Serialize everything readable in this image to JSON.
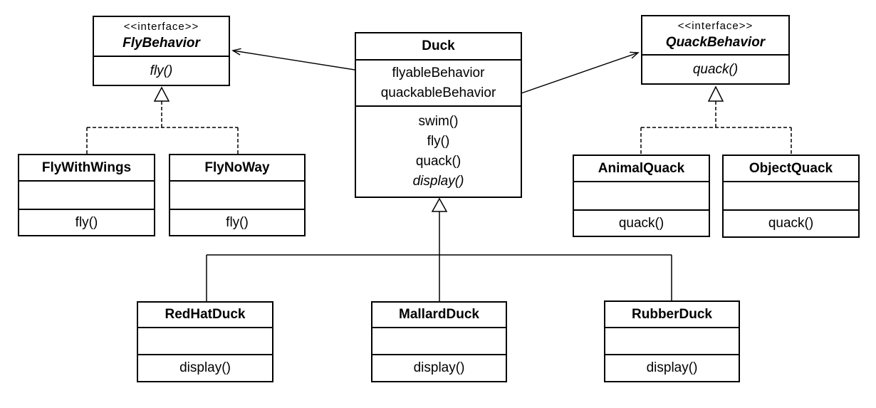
{
  "colors": {
    "ink": "#000000",
    "paper": "#ffffff"
  },
  "classes": {
    "flyBehavior": {
      "stereotype": "<<interface>>",
      "name": "FlyBehavior",
      "methods": [
        "fly()"
      ]
    },
    "quackBehavior": {
      "stereotype": "<<interface>>",
      "name": "QuackBehavior",
      "methods": [
        "quack()"
      ]
    },
    "duck": {
      "name": "Duck",
      "attributes": [
        "flyableBehavior",
        "quackableBehavior"
      ],
      "methods": [
        "swim()",
        "fly()",
        "quack()",
        "display()"
      ]
    },
    "flyWithWings": {
      "name": "FlyWithWings",
      "methods": [
        "fly()"
      ]
    },
    "flyNoWay": {
      "name": "FlyNoWay",
      "methods": [
        "fly()"
      ]
    },
    "animalQuack": {
      "name": "AnimalQuack",
      "methods": [
        "quack()"
      ]
    },
    "objectQuack": {
      "name": "ObjectQuack",
      "methods": [
        "quack()"
      ]
    },
    "redHatDuck": {
      "name": "RedHatDuck",
      "methods": [
        "display()"
      ]
    },
    "mallardDuck": {
      "name": "MallardDuck",
      "methods": [
        "display()"
      ]
    },
    "rubberDuck": {
      "name": "RubberDuck",
      "methods": [
        "display()"
      ]
    }
  }
}
